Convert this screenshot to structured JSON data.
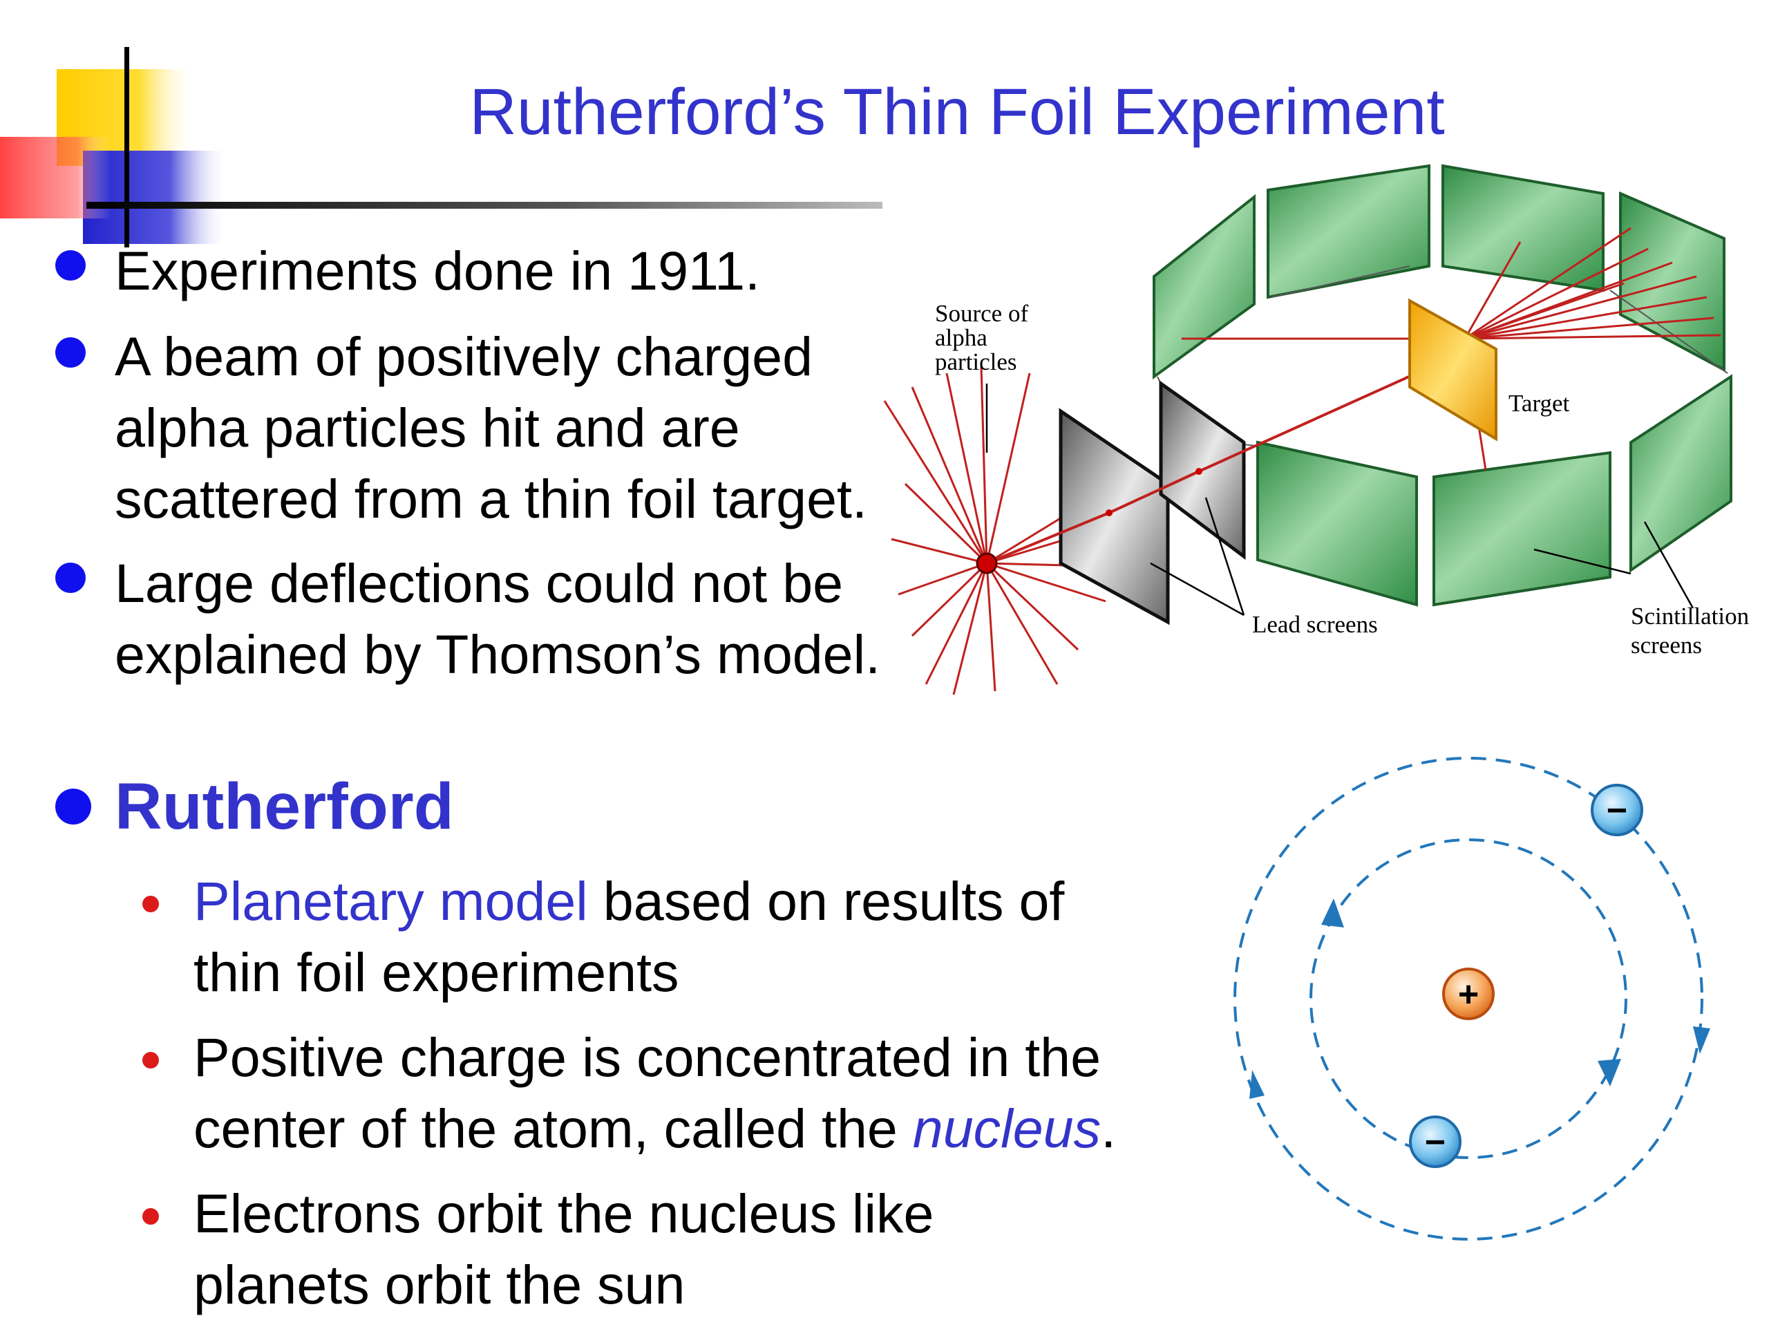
{
  "slide": {
    "title": "Rutherford’s Thin Foil Experiment",
    "bullets": [
      {
        "text": "Experiments done in 1911."
      },
      {
        "lines": [
          "A beam of positively charged",
          "alpha particles hit and are",
          "scattered from a thin foil target."
        ]
      },
      {
        "lines": [
          "Large deflections could not be",
          "explained by Thomson’s model."
        ]
      }
    ],
    "heading": "Rutherford",
    "sub_bullets": [
      {
        "highlight": "Planetary model",
        "rest": " based on results of",
        "line2": "thin foil experiments"
      },
      {
        "line1": "Positive charge is concentrated in the",
        "line2_prefix": "center of the atom, called the ",
        "emphasis": "nucleus",
        "suffix": "."
      },
      {
        "line1": "Electrons orbit the nucleus like",
        "line2": "planets orbit the sun"
      }
    ]
  },
  "experiment_diagram": {
    "labels": {
      "source": [
        "Source of",
        "alpha",
        "particles"
      ],
      "target": "Target",
      "lead": "Lead screens",
      "scint": [
        "Scintillation",
        "screens"
      ]
    }
  },
  "atom_diagram": {
    "nucleus_symbol": "+",
    "electron_symbol": "−"
  },
  "colors": {
    "title": "#3333cc",
    "bullet": "#1010ee",
    "sub_bullet": "#dd1a1a",
    "screen_green": "#3d9a4e",
    "ray_red": "#c0201e",
    "orbit_blue": "#2277bb"
  }
}
